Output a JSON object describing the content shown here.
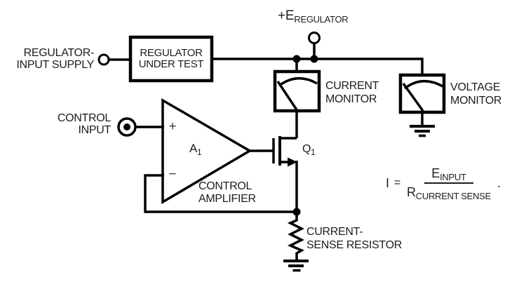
{
  "colors": {
    "component_fill": "#cfe3e9",
    "wire": "#000000",
    "text": "#1d1d1b"
  },
  "terminals": {
    "regulator_input_supply": {
      "line1": "REGULATOR-",
      "line2": "INPUT SUPPLY"
    },
    "control_input": {
      "line1": "CONTROL",
      "line2": "INPUT"
    },
    "e_regulator": {
      "prefix": "+E",
      "subscript": "REGULATOR"
    }
  },
  "regulator_box": {
    "line1": "REGULATOR",
    "line2": "UNDER TEST"
  },
  "amplifier": {
    "designator": "A",
    "designator_sub": "1",
    "noninverting": "+",
    "inverting": "−",
    "caption_line1": "CONTROL",
    "caption_line2": "AMPLIFIER"
  },
  "transistor": {
    "designator": "Q",
    "designator_sub": "1"
  },
  "current_monitor": {
    "line1": "CURRENT",
    "line2": "MONITOR"
  },
  "voltage_monitor": {
    "line1": "VOLTAGE",
    "line2": "MONITOR"
  },
  "sense_resistor": {
    "line1": "CURRENT-",
    "line2": "SENSE RESISTOR"
  },
  "equation": {
    "lhs": "I",
    "equals": "=",
    "numerator": "E",
    "numerator_sub": "INPUT",
    "denominator": "R",
    "denominator_sub": "CURRENT SENSE",
    "period": "."
  }
}
